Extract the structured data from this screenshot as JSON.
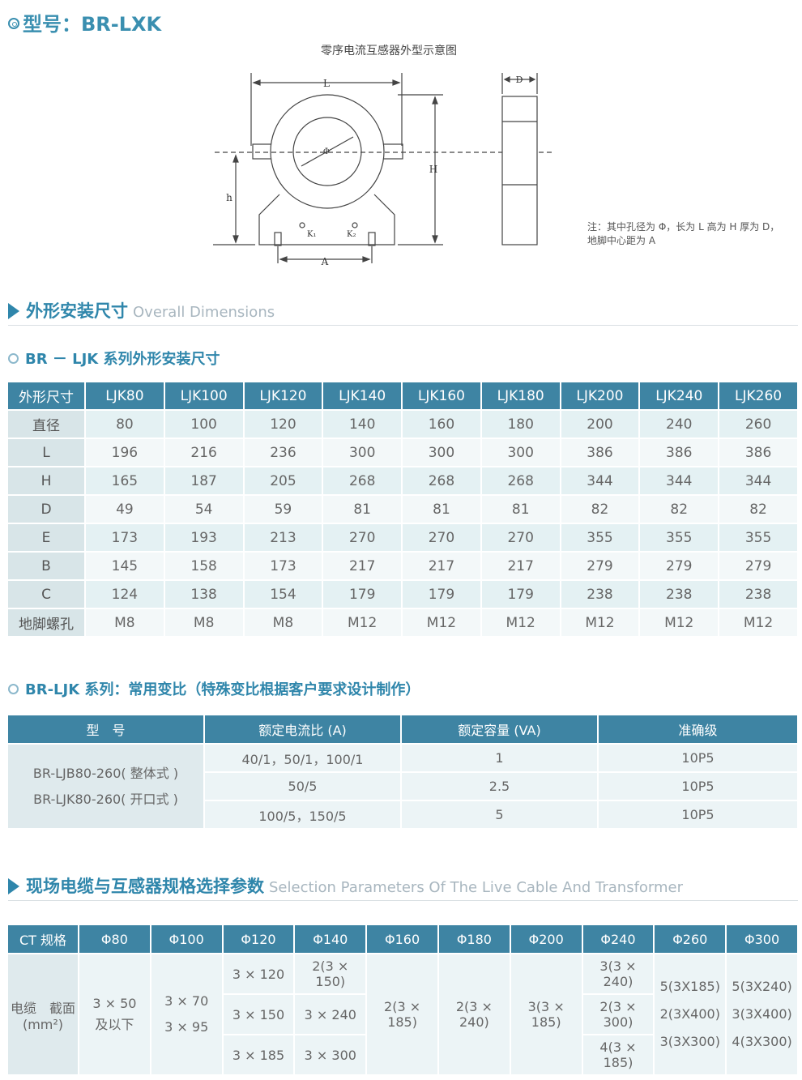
{
  "model": {
    "label": "型号：BR-LXK"
  },
  "diagram": {
    "title": "零序电流互感器外型示意图",
    "labels": {
      "L": "L",
      "H": "H",
      "h": "h",
      "D": "D",
      "A": "A",
      "phi": "Φ",
      "K1": "K₁",
      "K2": "K₂"
    },
    "note_line1": "注：其中孔径为 Φ，长为 L 高为 H 厚为 D，",
    "note_line2": "地脚中心距为 A"
  },
  "section1": {
    "cn": "外形安装尺寸",
    "en": "Overall Dimensions"
  },
  "sub1": {
    "text": "BR － LJK 系列外形安装尺寸"
  },
  "dims_table": {
    "headers": [
      "外形尺寸",
      "LJK80",
      "LJK100",
      "LJK120",
      "LJK140",
      "LJK160",
      "LJK180",
      "LJK200",
      "LJK240",
      "LJK260"
    ],
    "rows": [
      [
        "直径",
        "80",
        "100",
        "120",
        "140",
        "160",
        "180",
        "200",
        "240",
        "260"
      ],
      [
        "L",
        "196",
        "216",
        "236",
        "300",
        "300",
        "300",
        "386",
        "386",
        "386"
      ],
      [
        "H",
        "165",
        "187",
        "205",
        "268",
        "268",
        "268",
        "344",
        "344",
        "344"
      ],
      [
        "D",
        "49",
        "54",
        "59",
        "81",
        "81",
        "81",
        "82",
        "82",
        "82"
      ],
      [
        "E",
        "173",
        "193",
        "213",
        "270",
        "270",
        "270",
        "355",
        "355",
        "355"
      ],
      [
        "B",
        "145",
        "158",
        "173",
        "217",
        "217",
        "217",
        "279",
        "279",
        "279"
      ],
      [
        "C",
        "124",
        "138",
        "154",
        "179",
        "179",
        "179",
        "238",
        "238",
        "238"
      ],
      [
        "地脚螺孔",
        "M8",
        "M8",
        "M8",
        "M12",
        "M12",
        "M12",
        "M12",
        "M12",
        "M12"
      ]
    ]
  },
  "sub2": {
    "text": "BR-LJK 系列：常用变比（特殊变比根据客户要求设计制作）"
  },
  "ratio_table": {
    "headers": [
      "型　号",
      "额定电流比 (A)",
      "额定容量 (VA)",
      "准确级"
    ],
    "model1": "BR-LJB80-260( 整体式 )",
    "model2": "BR-LJK80-260( 开口式 )",
    "rows": [
      [
        "40/1，50/1，100/1",
        "1",
        "10P5"
      ],
      [
        "50/5",
        "2.5",
        "10P5"
      ],
      [
        "100/5，150/5",
        "5",
        "10P5"
      ]
    ]
  },
  "section2": {
    "cn": "现场电缆与互感器规格选择参数",
    "en": "Selection Parameters Of The Live Cable And Transformer"
  },
  "cable_table": {
    "headers": [
      "CT 规格",
      "Φ80",
      "Φ100",
      "Φ120",
      "Φ140",
      "Φ160",
      "Φ180",
      "Φ200",
      "Φ240",
      "Φ260",
      "Φ300"
    ],
    "row_label_1": "电缆　截面",
    "row_label_2": "(mm²)",
    "phi80": [
      "3 × 50",
      "及以下"
    ],
    "phi100": [
      "3 × 70",
      "3 × 95"
    ],
    "phi120": [
      "3 × 120",
      "3 × 150",
      "3 × 185"
    ],
    "phi140": [
      "2(3 × 150)",
      "3 × 240",
      "3 × 300"
    ],
    "phi160": "2(3 × 185)",
    "phi180": "2(3 × 240)",
    "phi200": "3(3 × 185)",
    "phi240": [
      "3(3 × 240)",
      "2(3 × 300)",
      "4(3 × 185)"
    ],
    "phi260": [
      "5(3X185)",
      "2(3X400)",
      "3(3X300)"
    ],
    "phi300": [
      "5(3X240)",
      "3(3X400)",
      "4(3X300)"
    ]
  }
}
